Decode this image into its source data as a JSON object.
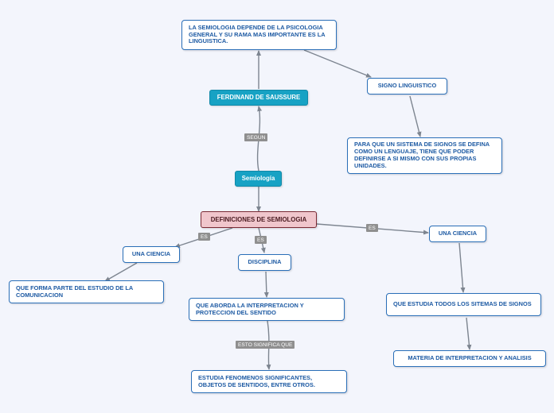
{
  "nodes": {
    "semiologia_depende": "LA SEMIOLOGIA DEPENDE DE LA PSICOLOGIA GENERAL Y SU RAMA MAS IMPORTANTE ES LA LINGUISTICA.",
    "ferdinand": "FERDINAND DE SAUSSURE",
    "signo": "SIGNO LINGUISTICO",
    "sistema_signos": "PARA QUE UN SISTEMA DE SIGNOS SE DEFINA COMO UN LENGUAJE, TIENE QUE PODER DEFINIRSE A SI MISMO CON SUS PROPIAS UNIDADES.",
    "semiologia": "Semiología",
    "definiciones": "DEFINICIONES DE SEMIOLOGIA",
    "ciencia_left": "UNA CIENCIA",
    "estudio_comunicacion": "QUE FORMA PARTE DEL ESTUDIO DE LA COMUNICACION",
    "disciplina": "DISCIPLINA",
    "interpretacion": "QUE ABORDA LA INTERPRETACION Y PROTECCION DEL SENTIDO",
    "fenomenos": "ESTUDIA FENOMENOS SIGNIFICANTES, OBJETOS DE SENTIDOS, ENTRE OTROS.",
    "ciencia_right": "UNA CIENCIA",
    "sistemas_signos": "QUE ESTUDIA TODOS LOS SITEMAS DE SIGNOS",
    "materia": "MATERIA DE INTERPRETACION Y ANALISIS"
  },
  "labels": {
    "segun": "SEGUN",
    "es_left": "ES",
    "es_mid": "ES",
    "es_right": "ES",
    "esto_significa": "ESTO SIGNIFICA QUE"
  },
  "colors": {
    "edge": "#7d8590",
    "node_border": "#2a6fb8",
    "node_text": "#1d5aa3",
    "teal": "#17a2c4",
    "root_fill": "#f0c6cc",
    "root_border": "#7a2a34"
  }
}
